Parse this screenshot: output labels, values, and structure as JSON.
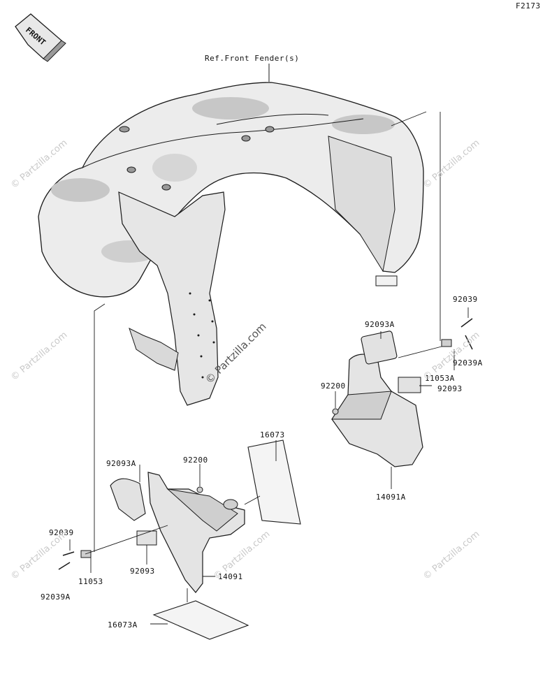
{
  "figure_id": "F2173",
  "front_tag": "FRONT",
  "reference_label": "Ref.Front Fender(s)",
  "watermark": "© Partzilla.com",
  "parts": {
    "p92039_right": "92039",
    "p92093a_right": "92093A",
    "p92039a_right": "92039A",
    "p11053a": "11053A",
    "p92200_right": "92200",
    "p92093_right": "92093",
    "p14091a": "14091A",
    "p16073": "16073",
    "p92093a_left": "92093A",
    "p92200_left": "92200",
    "p92039_left": "92039",
    "p11053": "11053",
    "p92093_left": "92093",
    "p14091": "14091",
    "p92039a_left": "92039A",
    "p16073a": "16073A"
  },
  "colors": {
    "line": "#1a1a1a",
    "fill": "#e9e9e9",
    "shade": "#cfcfcf",
    "watermark": "#c9c9c9"
  }
}
